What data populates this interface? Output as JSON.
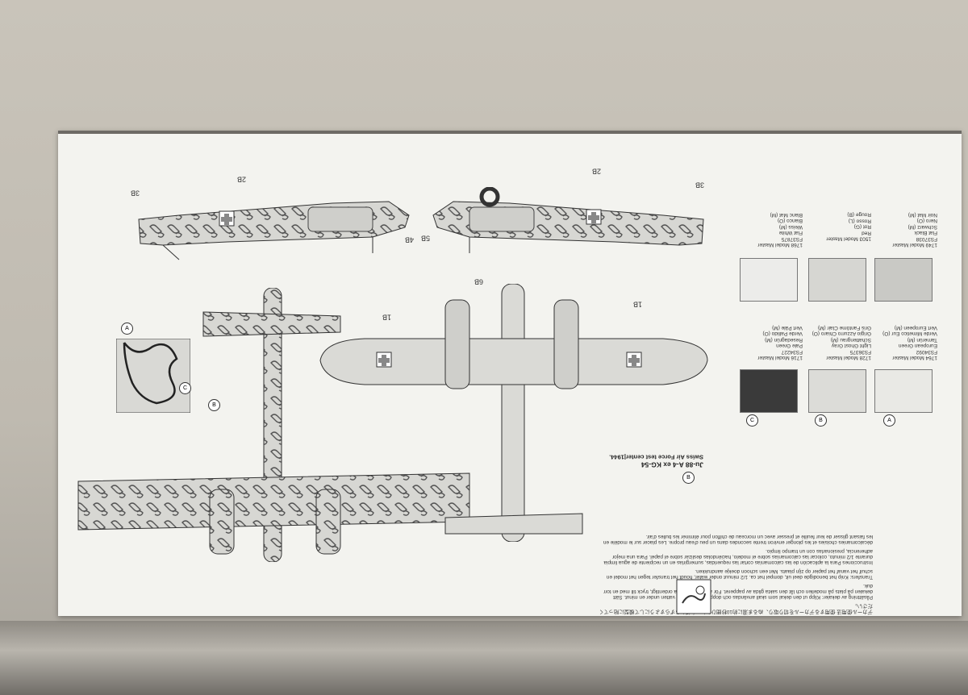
{
  "instructions": {
    "fr_tail": "décalcomanies choisies et les plonger environ trente secondes dans un peu d'eau propre. Les placer sur le modèle en les faisant glisser de leur feuille et presser avec un morceau de chiffon pour éliminer les bulles d'air.",
    "es": "Instrucciones Para la aplicación de las calcomanías cortar las requeridas, sumergirlas en un recipiente de agua limpia durante 1/2 minuto, colocar las calcomanías sobre el modelo, haciéndolas deslizar sobre el papel. Para una mejor adherencia, presionarlas con un trampo limpio.",
    "nl": "Transfers: Knip het benodigde deel uit, dompel het ca. 1/2 minuut onder water, houdt het transfer tegen het model en schuif het vanaf het papier op zijn plaats. Met een schoon doekje aandrukken.",
    "no": "Påsättning av dekaler: Klipp ut den dekal som skall användas och doppa den i ett glas vatten under en minut. Sätt dekalen på plats på modellen och låt den sakta glida av papperet. För att den skall sitta ordentligt, tryck till med en torr duk.",
    "jp": "デカール使用法  使用するデカールを切り取り、ぬるま湯に約10秒間ひたして台紙からずらすようにして模型に貼ってください。"
  },
  "paints": [
    {
      "tag": "A",
      "header": "1764 Model Master",
      "lines": [
        "FS34092",
        "European Green",
        "Tarnerün (M)",
        "Verde Mimetico Eur (O)",
        "Vert Europeen (M)"
      ],
      "color": "#e9e9e5"
    },
    {
      "tag": "B",
      "header": "1728 Model Master",
      "lines": [
        "FS36375",
        "Light Ghost Gray",
        "Schattengrau (M)",
        "Grigio Azzurro Chiaro (O)",
        "Gris Fantôme Clair (M)"
      ],
      "color": "#dcdcd8"
    },
    {
      "tag": "C",
      "header": "1716 Model Master",
      "lines": [
        "FS34227",
        "Pale Green",
        "Resedagrün (M)",
        "Verde Pallido (O)",
        "Vert Pâle (M)"
      ],
      "color": "#3a3a3a"
    },
    {
      "tag": "",
      "header": "1749 Model Master",
      "lines": [
        "FS37038",
        "Flat Black",
        "Schwarz (M)",
        "Nero (O)",
        "Noir Mat (M)"
      ],
      "color": "#c9c9c5"
    },
    {
      "tag": "",
      "header": "1503 Model Master",
      "lines": [
        "Red",
        "Rot (G)",
        "Rosso (L)",
        "Rouge (B)"
      ],
      "color": "#d6d6d2"
    },
    {
      "tag": "",
      "header": "1768 Model Master",
      "lines": [
        "FS37875",
        "Flat White",
        "Weiss (M)",
        "Bianco (O)",
        "Blanc Mat (M)"
      ],
      "color": "#ececea"
    }
  ],
  "caption": {
    "marker": "B",
    "title": "Ju-88 A-4 ex KG-54",
    "subtitle": "Swiss Air Force test center|1944."
  },
  "callouts": [
    "3B",
    "2B",
    "4B",
    "5B",
    "2B",
    "3B",
    "1B",
    "6B",
    "1B"
  ],
  "detail_tags": [
    "A",
    "C",
    "B"
  ]
}
